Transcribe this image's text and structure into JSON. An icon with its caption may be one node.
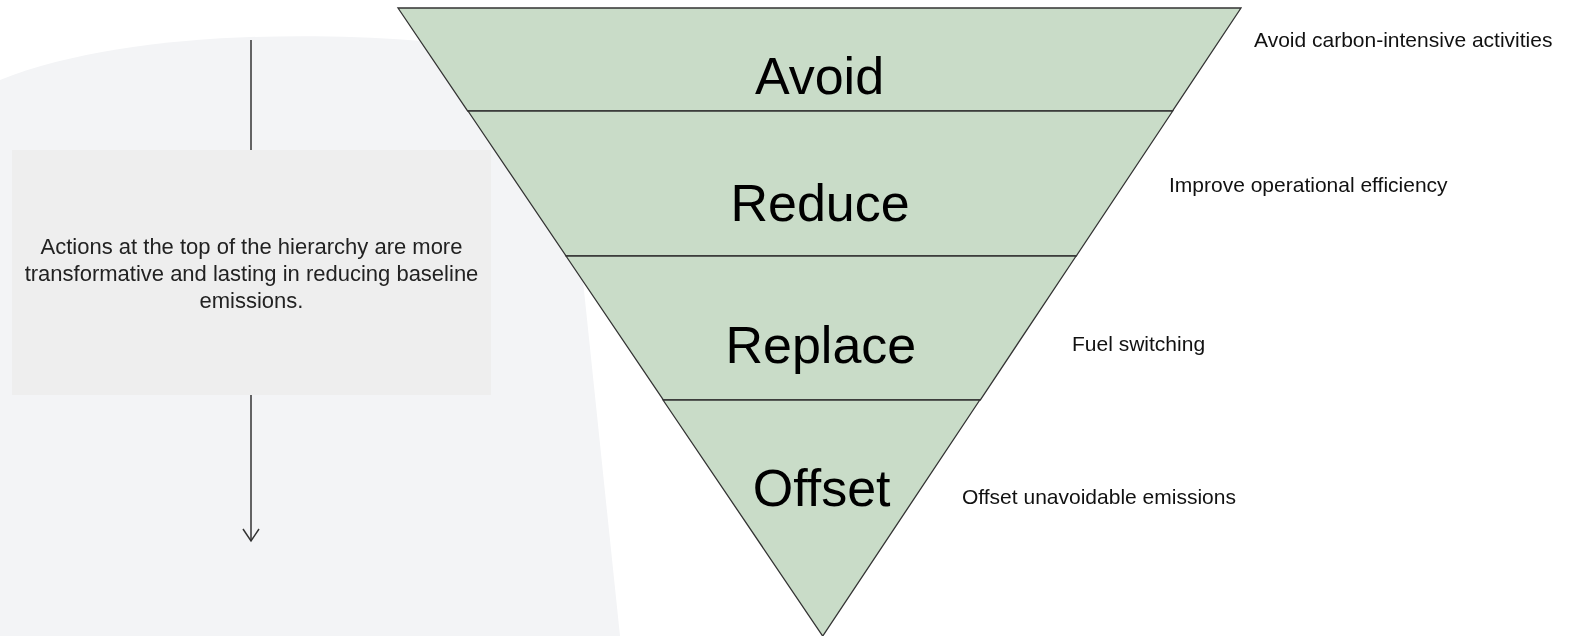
{
  "diagram": {
    "nodes": [
      {
        "text": [
          "Avoid"
        ],
        "beside": [
          "Avoid carbon-intensive activities"
        ]
      },
      {
        "text": [
          "Reduce"
        ],
        "beside": [
          "Improve operational efficiency"
        ]
      },
      {
        "text": [
          "Replace"
        ],
        "beside": [
          "Fuel switching"
        ]
      },
      {
        "text": [
          "Offset"
        ],
        "beside": [
          "Offset unavoidable emissions"
        ]
      },
      {
        "text": [
          "Actions at the top of the hierarchy are more transformative and lasting in reducing baseline emissions."
        ]
      }
    ],
    "edges": []
  }
}
